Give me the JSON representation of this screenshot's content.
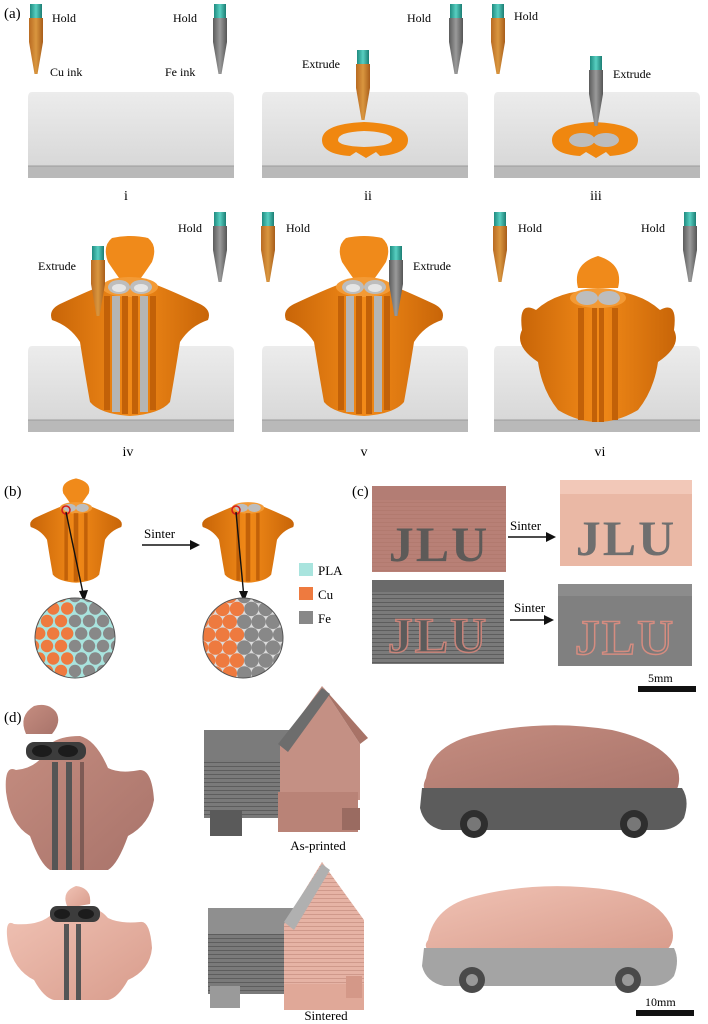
{
  "panel_a": {
    "label": "(a)",
    "steps": [
      {
        "roman": "i",
        "tags": [
          "Hold",
          "Cu ink",
          "Hold",
          "Fe ink"
        ]
      },
      {
        "roman": "ii",
        "tags": [
          "Extrude",
          "Hold"
        ]
      },
      {
        "roman": "iii",
        "tags": [
          "Hold",
          "Extrude"
        ]
      },
      {
        "roman": "iv",
        "tags": [
          "Extrude",
          "Hold"
        ]
      },
      {
        "roman": "v",
        "tags": [
          "Hold",
          "Extrude"
        ]
      },
      {
        "roman": "vi",
        "tags": [
          "Hold",
          "Hold"
        ]
      }
    ]
  },
  "panel_b": {
    "label": "(b)",
    "arrow_label": "Sinter",
    "legend": [
      {
        "name": "PLA",
        "color": "#a9e4de"
      },
      {
        "name": "Cu",
        "color": "#ee7a3f"
      },
      {
        "name": "Fe",
        "color": "#888888"
      }
    ]
  },
  "panel_c": {
    "label": "(c)",
    "block_text": "JLU",
    "arrow_top": "Sinter",
    "arrow_bottom": "Sinter",
    "scale_bar": "5mm"
  },
  "panel_d": {
    "label": "(d)",
    "caption_top": "As-printed",
    "caption_bottom": "Sintered",
    "scale_bar": "10mm"
  },
  "colors": {
    "copper_cad": "#e87f14",
    "copper_dark": "#a95509",
    "copper_nozzle": "#c47a2c",
    "steel_nozzle": "#6f6f6f",
    "nozzle_tip": "#2fa89b",
    "platform": "#e3e3e3",
    "sintered_pink": "#e9b4a5",
    "printed_pink": "#c98b80",
    "iron_grey": "#6c6c6c"
  }
}
